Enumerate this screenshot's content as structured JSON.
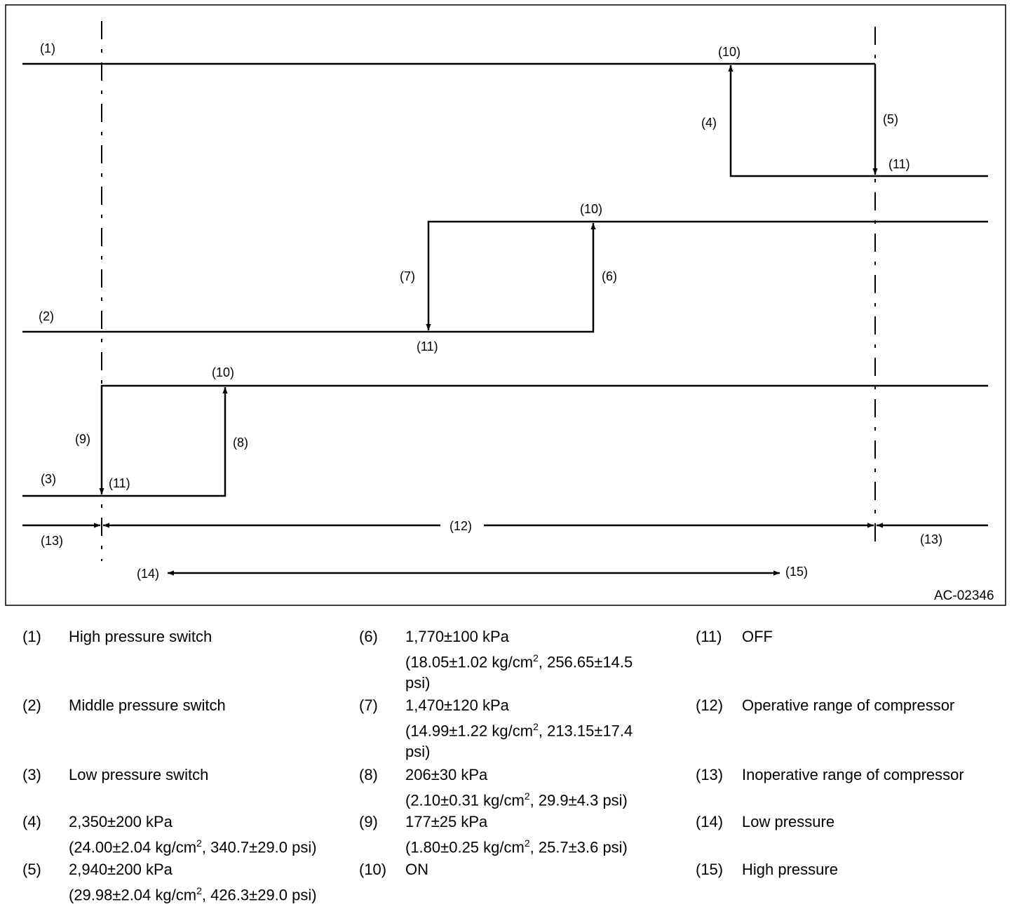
{
  "diagram": {
    "code": "AC-02346",
    "labels": {
      "l1": "(1)",
      "l2": "(2)",
      "l3": "(3)",
      "l4": "(4)",
      "l5": "(5)",
      "l6": "(6)",
      "l7": "(7)",
      "l8": "(8)",
      "l9": "(9)",
      "l10": "(10)",
      "l11": "(11)",
      "l12": "(12)",
      "l13": "(13)",
      "l14": "(14)",
      "l15": "(15)"
    }
  },
  "legend": {
    "col1": [
      {
        "num": "(1)",
        "lines": [
          "High pressure switch"
        ]
      },
      {
        "num": "(2)",
        "lines": [
          "Middle pressure switch"
        ]
      },
      {
        "num": "(3)",
        "lines": [
          "Low pressure switch"
        ]
      },
      {
        "num": "(4)",
        "lines": [
          "2,350±200 kPa",
          "(24.00±2.04 kg/cm",
          "2",
          ", 340.7±29.0 psi)"
        ]
      },
      {
        "num": "(5)",
        "lines": [
          "2,940±200 kPa",
          "(29.98±2.04 kg/cm",
          "2",
          ", 426.3±29.0 psi)"
        ]
      }
    ],
    "col2": [
      {
        "num": "(6)",
        "lines": [
          "1,770±100 kPa",
          "(18.05±1.02 kg/cm",
          "2",
          ", 256.65±14.5",
          "psi)"
        ]
      },
      {
        "num": "(7)",
        "lines": [
          "1,470±120 kPa",
          "(14.99±1.22 kg/cm",
          "2",
          ", 213.15±17.4",
          "psi)"
        ]
      },
      {
        "num": "(8)",
        "lines": [
          "206±30 kPa",
          "(2.10±0.31 kg/cm",
          "2",
          ", 29.9±4.3 psi)"
        ]
      },
      {
        "num": "(9)",
        "lines": [
          "177±25 kPa",
          "(1.80±0.25 kg/cm",
          "2",
          ", 25.7±3.6 psi)"
        ]
      },
      {
        "num": "(10)",
        "lines": [
          "ON"
        ]
      }
    ],
    "col3": [
      {
        "num": "(11)",
        "lines": [
          "OFF"
        ]
      },
      {
        "num": "(12)",
        "lines": [
          "Operative range of compressor"
        ]
      },
      {
        "num": "(13)",
        "lines": [
          "Inoperative range of compressor"
        ]
      },
      {
        "num": "(14)",
        "lines": [
          "Low pressure"
        ]
      },
      {
        "num": "(15)",
        "lines": [
          "High pressure"
        ]
      }
    ]
  }
}
